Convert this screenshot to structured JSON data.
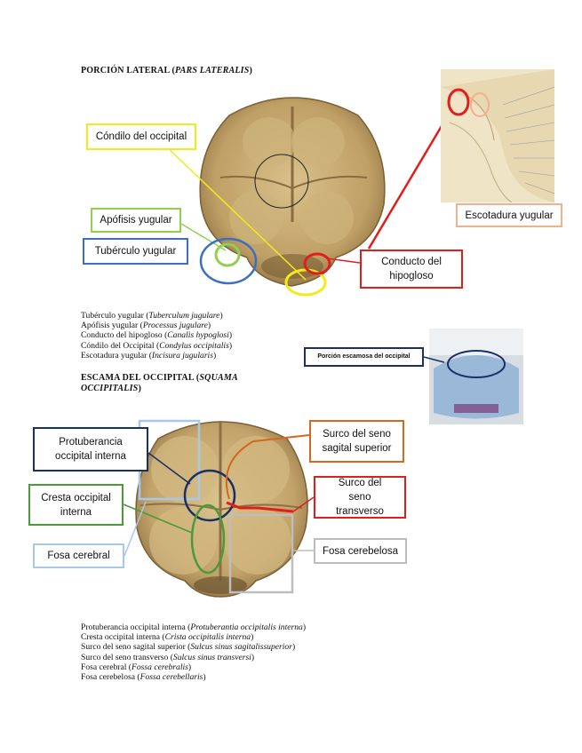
{
  "section1": {
    "heading": "PORCIÓN LATERAL (",
    "heading_latin": "PARS LATERALIS",
    "heading_close": ")",
    "labels": {
      "condilo": "Cóndilo del occipital",
      "apofisis": "Apófisis yugular",
      "tuberculo": "Tubérculo yugular",
      "conducto": "Conducto del hipogloso",
      "escotadura": "Escotadura yugular"
    },
    "list": [
      {
        "text": "Tubérculo yugular (",
        "latin": "Tuberculum jugulare",
        "close": ")"
      },
      {
        "text": "Apófisis yugular (",
        "latin": "Processus jugulare",
        "close": ")"
      },
      {
        "text": "Conducto del hipogloso (",
        "latin": "Canalis hypoglosi",
        "close": ")"
      },
      {
        "text": "Cóndilo del Occipital (",
        "latin": "Condylus occipitalis",
        "close": ")"
      },
      {
        "text": "Escotadura yugular (",
        "latin": "Incisura jugularis",
        "close": ")"
      }
    ]
  },
  "section2": {
    "heading": "ESCAMA DEL OCCIPITAL (",
    "heading_latin": "SQUAMA OCCIPITALIS",
    "heading_close": ")",
    "inset_label": "Porción escamosa del occipital",
    "labels": {
      "protuberancia": "Protuberancia occipital interna",
      "cresta": "Cresta occipital interna",
      "fosa_cerebral": "Fosa cerebral",
      "surco_sagital": "Surco del seno sagital superior",
      "surco_transverso": "Surco del seno transverso",
      "fosa_cerebelosa": "Fosa cerebelosa"
    },
    "list": [
      {
        "text": "Protuberancia occipital interna (",
        "latin": "Protuberantia occipitalis interna",
        "close": ")"
      },
      {
        "text": "Cresta occipital interna (",
        "latin": "Crista occipitalis interna",
        "close": ")"
      },
      {
        "text": "Surco del seno sagital superior (",
        "latin": "Sulcus sinus sagitalissuperior",
        "close": ")"
      },
      {
        "text": "Surco del seno transverso (",
        "latin": "Sulcus sinus transversi",
        "close": ")"
      },
      {
        "text": "Fosa cerebral (",
        "latin": "Fossa cerebralis",
        "close": ")"
      },
      {
        "text": "Fosa cerebelosa (",
        "latin": "Fossa cerebellaris",
        "close": ")"
      }
    ]
  },
  "colors": {
    "yellow": "#f2ea1c",
    "light_green": "#8fd14f",
    "blue": "#3a6fc4",
    "red": "#e01e1e",
    "salmon": "#f4b08c",
    "navy": "#1a2f66",
    "green": "#4a9a3a",
    "light_blue": "#a8c8ea",
    "orange": "#d2691e",
    "gray": "#bdbdbd",
    "bone": "#c9ad74"
  }
}
